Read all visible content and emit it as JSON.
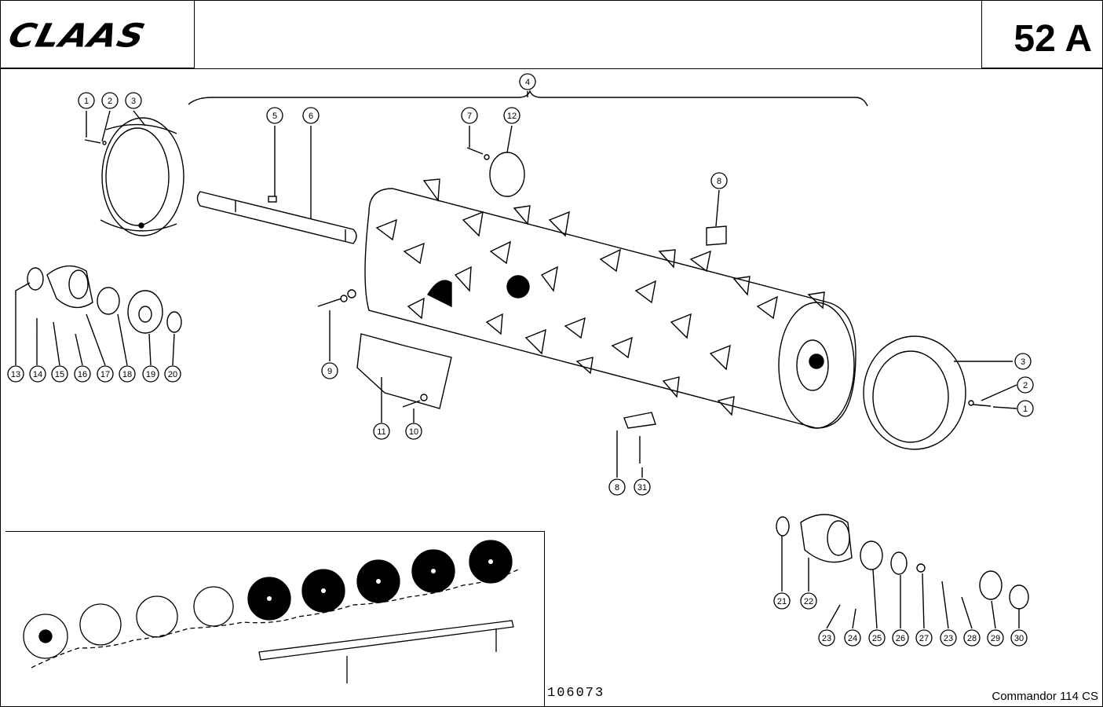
{
  "header": {
    "brand": "CLAAS",
    "page": "52 A"
  },
  "footer": {
    "drawing_number": "106073",
    "model": "Commandor 114 CS"
  },
  "callouts": [
    "1",
    "2",
    "3",
    "4",
    "5",
    "6",
    "7",
    "12",
    "8",
    "13",
    "14",
    "15",
    "16",
    "17",
    "18",
    "19",
    "20",
    "9",
    "11",
    "10",
    "3",
    "2",
    "1",
    "8",
    "31",
    "21",
    "22",
    "23",
    "24",
    "25",
    "26",
    "27",
    "23",
    "28",
    "29",
    "30"
  ]
}
